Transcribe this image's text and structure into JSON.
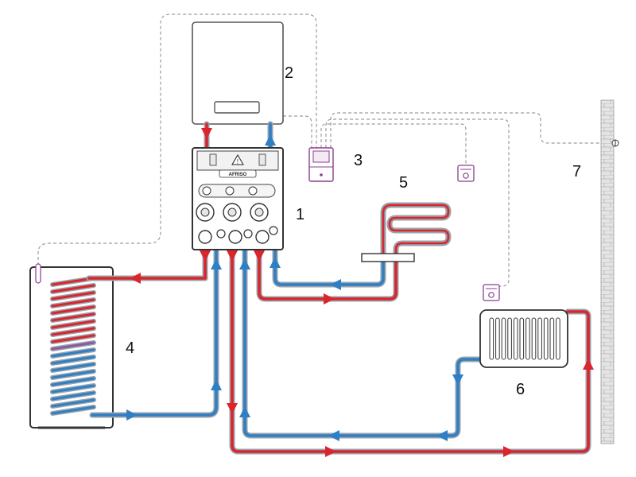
{
  "labels": {
    "manifold": "1",
    "boiler": "2",
    "controller": "3",
    "cylinder": "4",
    "floor_heating": "5",
    "radiator": "6",
    "outdoor_wall": "7"
  },
  "brand": "AFRISO",
  "colors": {
    "hot": "#d9262e",
    "cold": "#2f7fc4",
    "pipe_outline": "#9aa3ab",
    "wire": "#9c9c9c",
    "device": "#8a3d8f",
    "wall_fill": "#dcdcdc",
    "outline": "#555555"
  }
}
